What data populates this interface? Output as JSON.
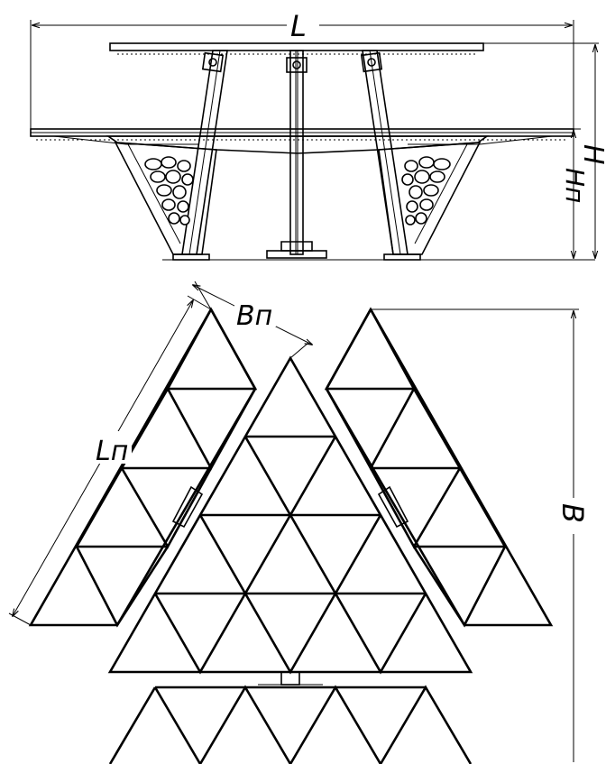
{
  "dimensions": {
    "overall_length": "L",
    "overall_height": "H",
    "bench_height": "Hп",
    "bench_width": "Bп",
    "bench_length": "Lп",
    "overall_width": "B"
  }
}
